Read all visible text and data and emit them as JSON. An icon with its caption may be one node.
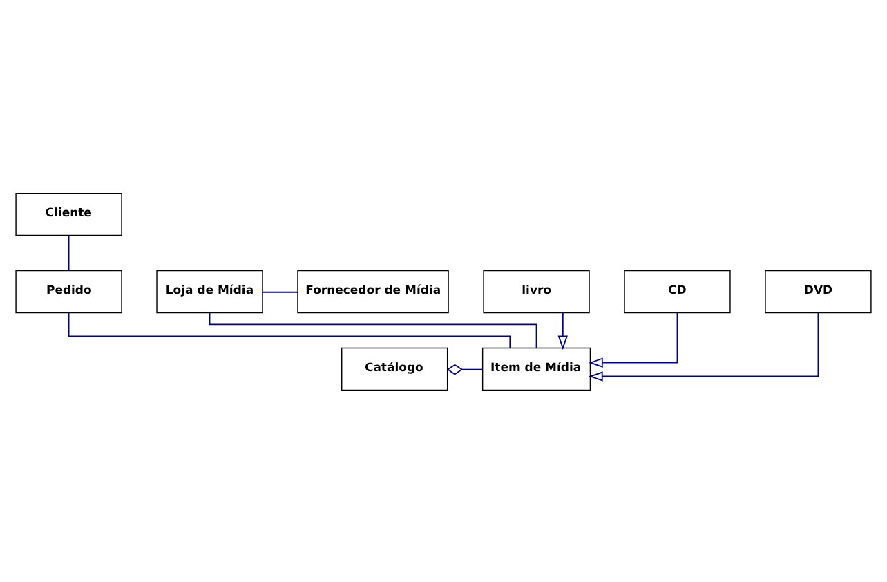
{
  "diagram": {
    "nodes": [
      {
        "text": [
          "Cliente"
        ]
      },
      {
        "text": [
          "Pedido"
        ]
      },
      {
        "text": [
          "Loja de Mídia"
        ]
      },
      {
        "text": [
          "Fornecedor de Mídia"
        ]
      },
      {
        "text": [
          "Item de Mídia"
        ]
      },
      {
        "text": [
          "Catálogo"
        ]
      },
      {
        "text": [
          "livro"
        ]
      },
      {
        "text": [
          "CD"
        ]
      },
      {
        "text": [
          "DVD"
        ]
      }
    ],
    "edges": [
      {
        "from": 0,
        "to": 1,
        "arrow": "none"
      },
      {
        "from": 1,
        "to": 4,
        "arrow": "none"
      },
      {
        "from": 2,
        "to": 3,
        "arrow": "none"
      },
      {
        "from": 2,
        "to": 4,
        "arrow": "none"
      },
      {
        "from": 5,
        "to": 4,
        "arrow": "other"
      },
      {
        "from": 6,
        "to": 4,
        "arrow": "to"
      },
      {
        "from": 7,
        "to": 4,
        "arrow": "to"
      },
      {
        "from": 8,
        "to": 4,
        "arrow": "to"
      }
    ]
  }
}
